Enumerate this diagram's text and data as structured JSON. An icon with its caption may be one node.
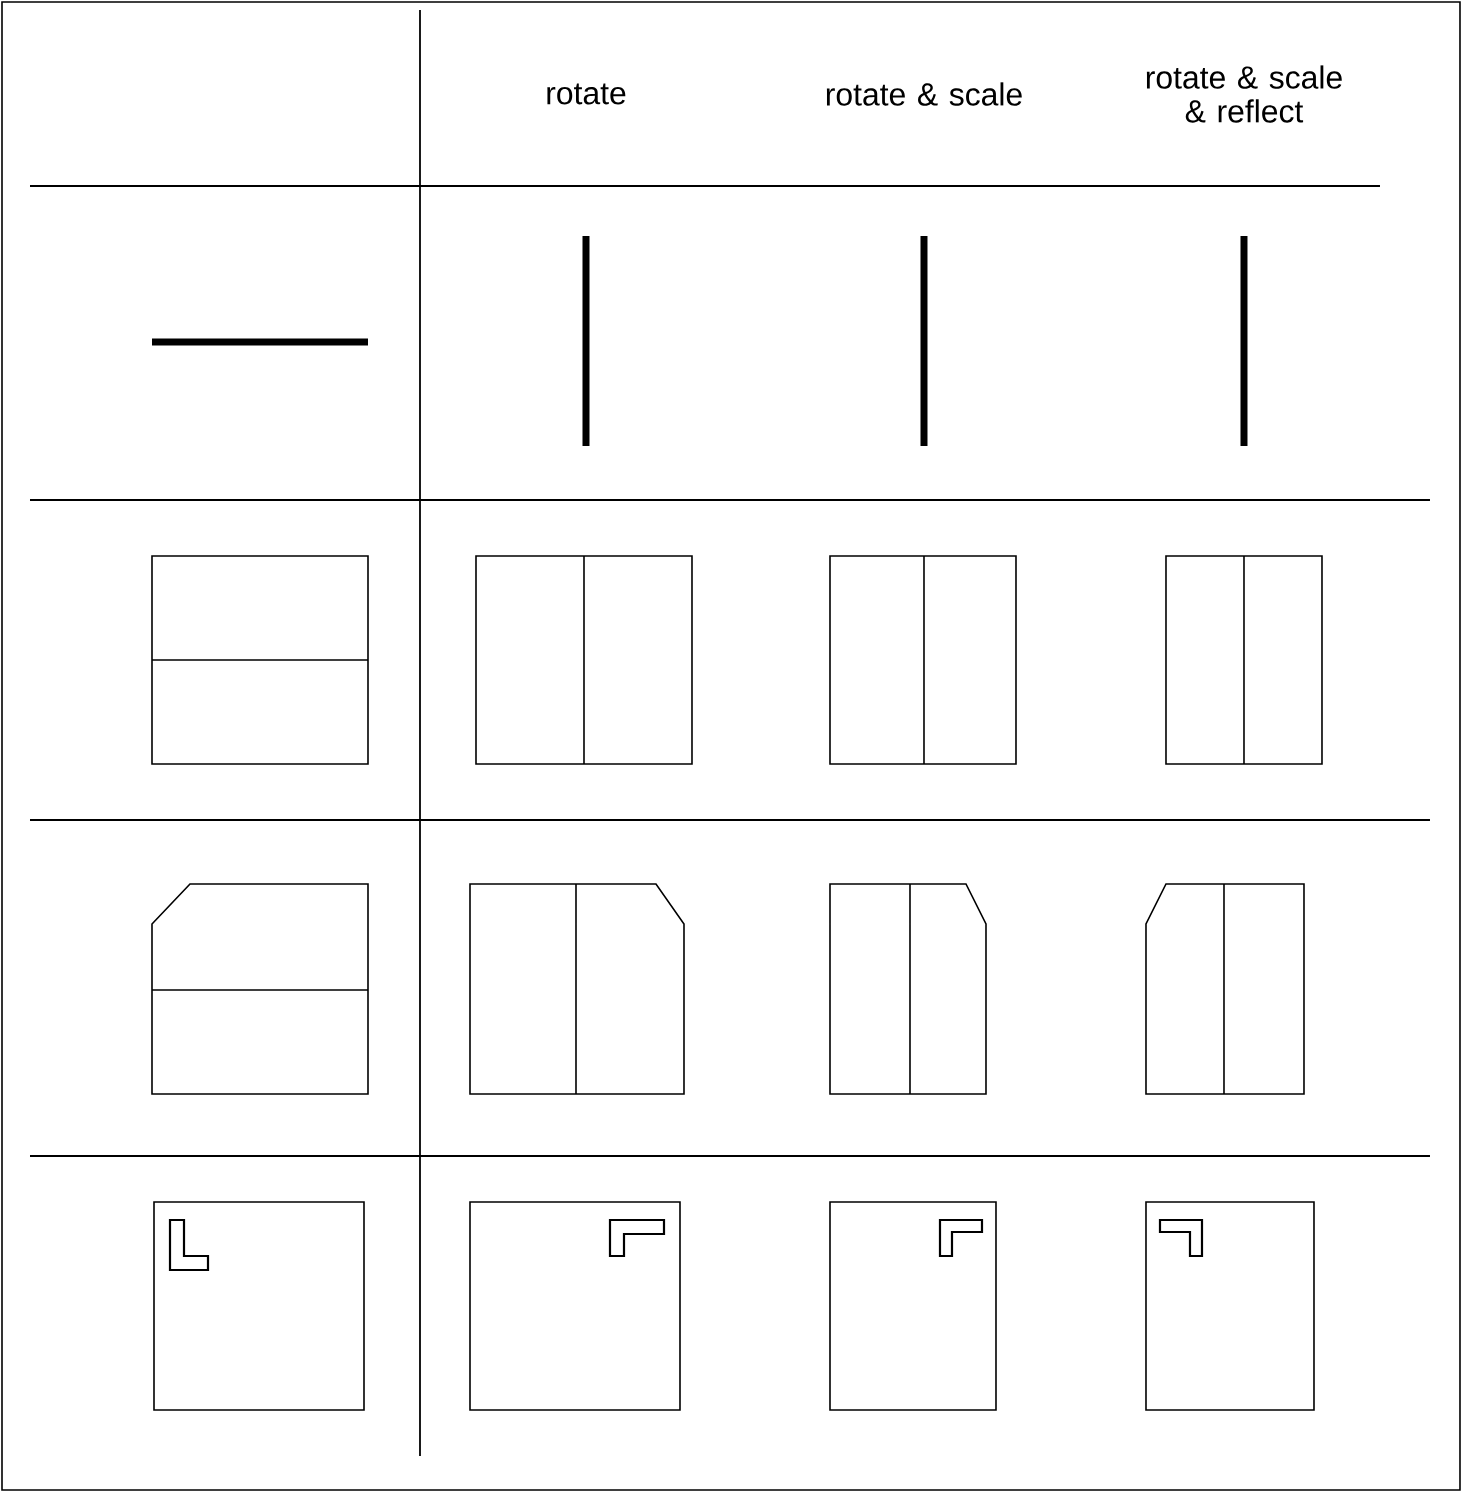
{
  "diagram": {
    "labels": [
      "rotate",
      "rotate & scale",
      "rotate & scale & reflect"
    ]
  }
}
